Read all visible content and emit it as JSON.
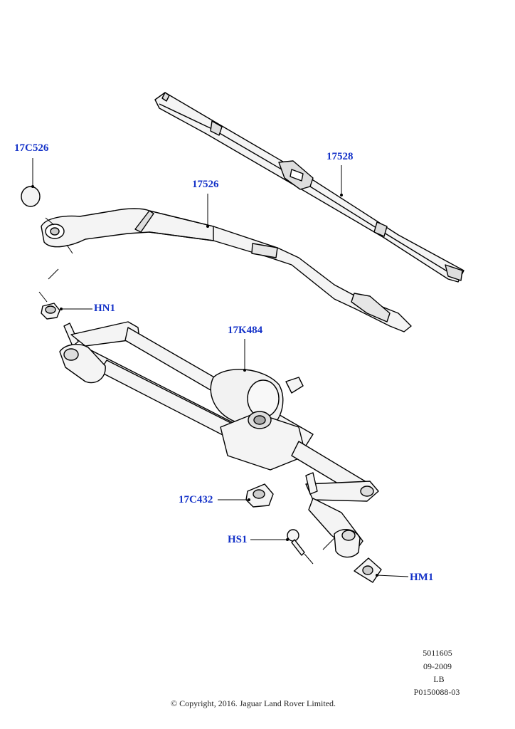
{
  "labels": {
    "p17c526": "17C526",
    "p17528": "17528",
    "p17526": "17526",
    "hn1": "HN1",
    "p17k484": "17K484",
    "p17c432": "17C432",
    "hs1": "HS1",
    "hm1": "HM1"
  },
  "meta": {
    "ref1": "5011605",
    "date": "09-2009",
    "side": "LB",
    "code": "P0150088-03"
  },
  "copyright": "© Copyright, 2016. Jaguar Land Rover Limited.",
  "colors": {
    "label": "#1432c8",
    "line": "#000000",
    "fill": "#ffffff",
    "shade": "#dcdcdc"
  }
}
